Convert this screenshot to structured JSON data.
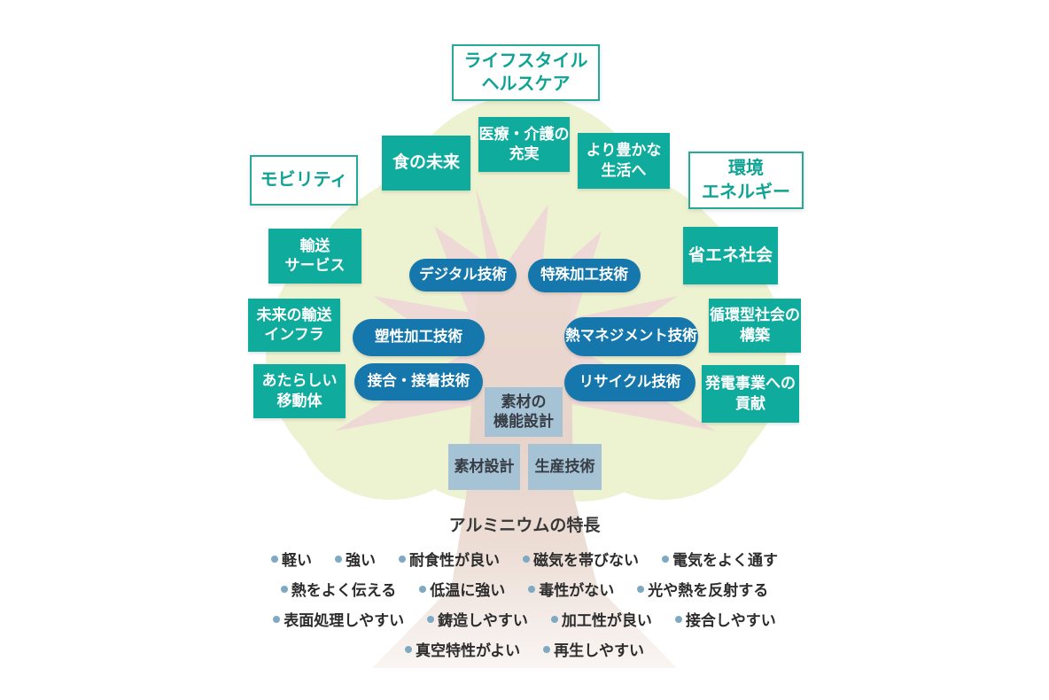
{
  "diagram_title_implied": "アルミニウム技術の樹",
  "colors": {
    "teal_box": "#0fab9c",
    "teal_outline": "#27a997",
    "teal_text": "#10a394",
    "blue_pill": "#1577ab",
    "gray_blue_box": "#a6c3d6",
    "canopy_green": "#edf2d1",
    "branch_pink": "#eed9d7",
    "trunk_beige": "#e7d4cb",
    "bullet_blue": "#7fa9c2",
    "body_text": "#2c2c2c"
  },
  "category_labels": [
    {
      "id": "lifestyle-healthcare",
      "label": "ライフスタイル\nヘルスケア"
    },
    {
      "id": "mobility",
      "label": "モビリティ"
    },
    {
      "id": "environment-energy",
      "label": "環境\nエネルギー"
    }
  ],
  "application_boxes": [
    {
      "id": "food-future",
      "label": "食の未来"
    },
    {
      "id": "medical-nursing-care",
      "label": "医療・介護の\n充実"
    },
    {
      "id": "richer-life",
      "label": "より豊かな\n生活へ"
    },
    {
      "id": "transport-service",
      "label": "輸送\nサービス"
    },
    {
      "id": "energy-saving-society",
      "label": "省エネ社会"
    },
    {
      "id": "future-transport-infra",
      "label": "未来の輸送\nインフラ"
    },
    {
      "id": "circular-society",
      "label": "循環型社会の\n構築"
    },
    {
      "id": "new-mobility",
      "label": "あたらしい\n移動体"
    },
    {
      "id": "power-generation",
      "label": "発電事業への\n貢献"
    }
  ],
  "technology_pills": [
    {
      "id": "digital-tech",
      "label": "デジタル技術"
    },
    {
      "id": "special-processing-tech",
      "label": "特殊加工技術"
    },
    {
      "id": "plastic-working-tech",
      "label": "塑性加工技術"
    },
    {
      "id": "thermal-management-tech",
      "label": "熱マネジメント技術"
    },
    {
      "id": "joining-bonding-tech",
      "label": "接合・接着技術"
    },
    {
      "id": "recycling-tech",
      "label": "リサイクル技術"
    }
  ],
  "core_boxes": [
    {
      "id": "material-function-design",
      "label": "素材の\n機能設計"
    },
    {
      "id": "material-design",
      "label": "素材設計"
    },
    {
      "id": "production-tech",
      "label": "生産技術"
    }
  ],
  "features": {
    "title": "アルミニウムの特長",
    "rows": [
      [
        "軽い",
        "強い",
        "耐食性が良い",
        "磁気を帯びない",
        "電気をよく通す"
      ],
      [
        "熱をよく伝える",
        "低温に強い",
        "毒性がない",
        "光や熱を反射する"
      ],
      [
        "表面処理しやすい",
        "鋳造しやすい",
        "加工性が良い",
        "接合しやすい"
      ],
      [
        "真空特性がよい",
        "再生しやすい"
      ]
    ]
  }
}
